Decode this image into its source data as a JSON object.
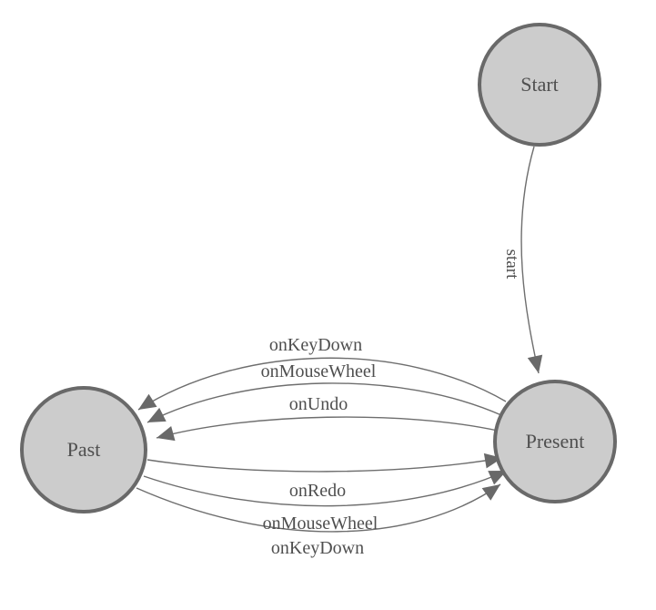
{
  "diagram": {
    "type": "state-machine-diagram",
    "nodes": [
      {
        "id": "start",
        "label": "Start"
      },
      {
        "id": "present",
        "label": "Present"
      },
      {
        "id": "past",
        "label": "Past"
      }
    ],
    "edges": [
      {
        "from": "start",
        "to": "present",
        "label": "start"
      },
      {
        "from": "present",
        "to": "past",
        "label": "onKeyDown"
      },
      {
        "from": "present",
        "to": "past",
        "label": "onMouseWheel"
      },
      {
        "from": "present",
        "to": "past",
        "label": "onUndo"
      },
      {
        "from": "past",
        "to": "present",
        "label": "onRedo"
      },
      {
        "from": "past",
        "to": "present",
        "label": "onMouseWheel"
      },
      {
        "from": "past",
        "to": "present",
        "label": "onKeyDown"
      }
    ],
    "colors": {
      "background": "#ffffff",
      "node_fill": "#cccccc",
      "node_stroke": "#696969",
      "edge_stroke": "#6e6e6e",
      "arrow_fill": "#696969",
      "text": "#4f4f4f"
    }
  }
}
